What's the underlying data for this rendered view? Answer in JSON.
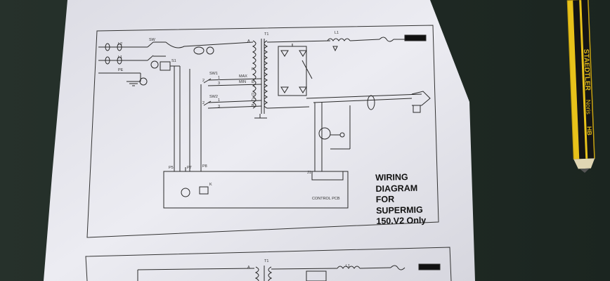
{
  "diagram": {
    "title_lines": [
      "WIRING",
      "DIAGRAM",
      "FOR",
      "SUPERMIG",
      "150.V2 Only"
    ],
    "labels": {
      "transformer": "T1",
      "inductor": "L1",
      "switch_main": "SW",
      "switch_1": "SW1",
      "switch_2": "SW2",
      "s1": "S1",
      "live": "L1",
      "live2": "L2",
      "earth": "PE",
      "max": "MAX",
      "min": "MIN",
      "tap_a": "A",
      "tap_b": "B",
      "tap_c": "C",
      "tap_d": "D",
      "tap_e": "E",
      "tap_f": "F",
      "control_pcb": "CONTROL PCB",
      "j1": "J1",
      "k": "K",
      "p5": "P5",
      "p7": "P7",
      "p8": "P8",
      "sw1_1": "1",
      "sw1_2": "2",
      "sw1_3": "3",
      "sw2_1": "1",
      "sw2_2": "2",
      "sw2_3": "3",
      "second_t1": "T1",
      "second_l1": "L1",
      "second_a": "A"
    }
  },
  "pencil": {
    "brand": "STAEDTLER",
    "model": "Noris",
    "grade": "HB"
  },
  "colors": {
    "background": "#1f2b25",
    "paper": "#e9e9ef",
    "ink": "#2a2a2a",
    "pencil_yellow": "#e8c21a",
    "pencil_black": "#141414"
  }
}
